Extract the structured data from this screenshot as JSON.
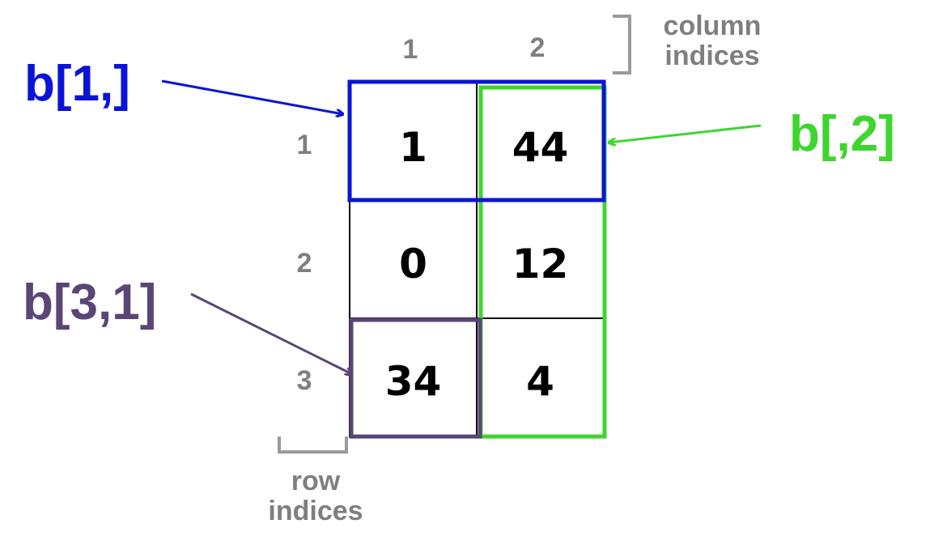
{
  "matrix": {
    "cells": [
      [
        "1",
        "44"
      ],
      [
        "0",
        "12"
      ],
      [
        "34",
        "4"
      ]
    ],
    "column_indices": [
      "1",
      "2"
    ],
    "row_indices": [
      "1",
      "2",
      "3"
    ],
    "column_label": "column\nindices",
    "row_label": "row\nindices"
  },
  "callouts": {
    "row_selection": {
      "label": "b[1,]",
      "color": "#0a14d6"
    },
    "column_selection": {
      "label": "b[,2]",
      "color": "#3ed62e"
    },
    "element_selection": {
      "label": "b[3,1]",
      "color": "#5a4576"
    }
  },
  "colors": {
    "index_gray": "#7f7f7f",
    "grid": "#000000"
  }
}
